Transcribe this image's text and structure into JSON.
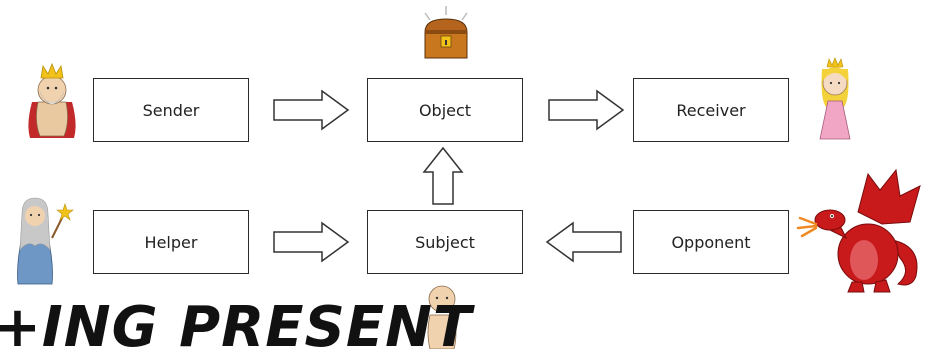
{
  "boxes": {
    "sender": "Sender",
    "object": "Object",
    "receiver": "Receiver",
    "helper": "Helper",
    "subject": "Subject",
    "opponent": "Opponent"
  },
  "icons": [
    "king-icon",
    "treasure-chest-icon",
    "princess-icon",
    "wizard-icon",
    "hero-icon",
    "dragon-icon"
  ],
  "bottom_text": "+ING PRESENT"
}
